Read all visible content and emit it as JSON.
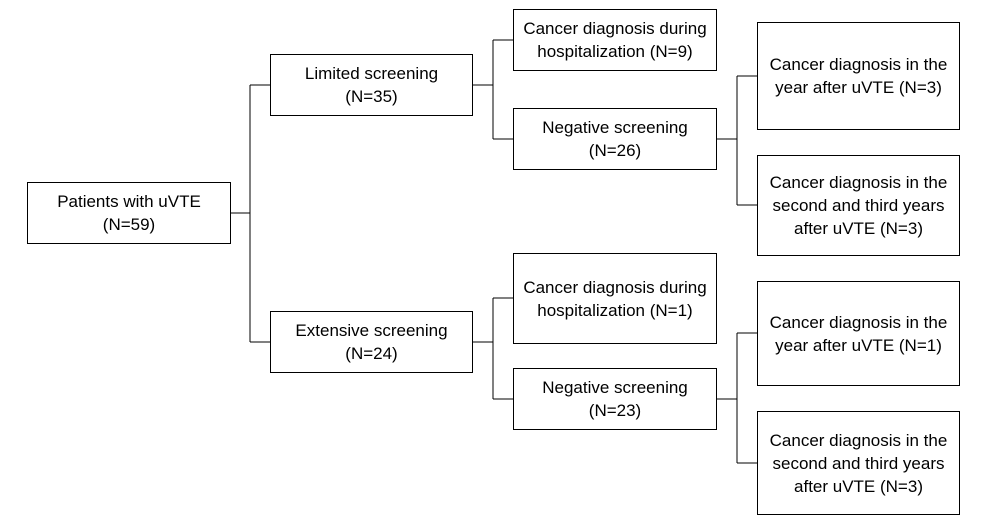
{
  "root": {
    "lines": [
      "Patients with uVTE",
      "(N=59)"
    ]
  },
  "branches": [
    {
      "screening": {
        "lines": [
          "Limited screening",
          "(N=35)"
        ]
      },
      "hospital_dx": {
        "lines": [
          "Cancer diagnosis during",
          "hospitalization (N=9)"
        ]
      },
      "negative": {
        "lines": [
          "Negative screening",
          "(N=26)"
        ]
      },
      "dx_year1": {
        "lines": [
          "Cancer diagnosis in the",
          "year after uVTE (N=3)"
        ]
      },
      "dx_year23": {
        "lines": [
          "Cancer diagnosis in the",
          "second and third years",
          "after uVTE (N=3)"
        ]
      }
    },
    {
      "screening": {
        "lines": [
          "Extensive screening",
          "(N=24)"
        ]
      },
      "hospital_dx": {
        "lines": [
          "Cancer diagnosis during",
          "hospitalization (N=1)"
        ]
      },
      "negative": {
        "lines": [
          "Negative screening",
          "(N=23)"
        ]
      },
      "dx_year1": {
        "lines": [
          "Cancer diagnosis in the",
          "year after uVTE  (N=1)"
        ]
      },
      "dx_year23": {
        "lines": [
          "Cancer diagnosis in the",
          "second and third years",
          "after uVTE (N=3)"
        ]
      }
    }
  ]
}
